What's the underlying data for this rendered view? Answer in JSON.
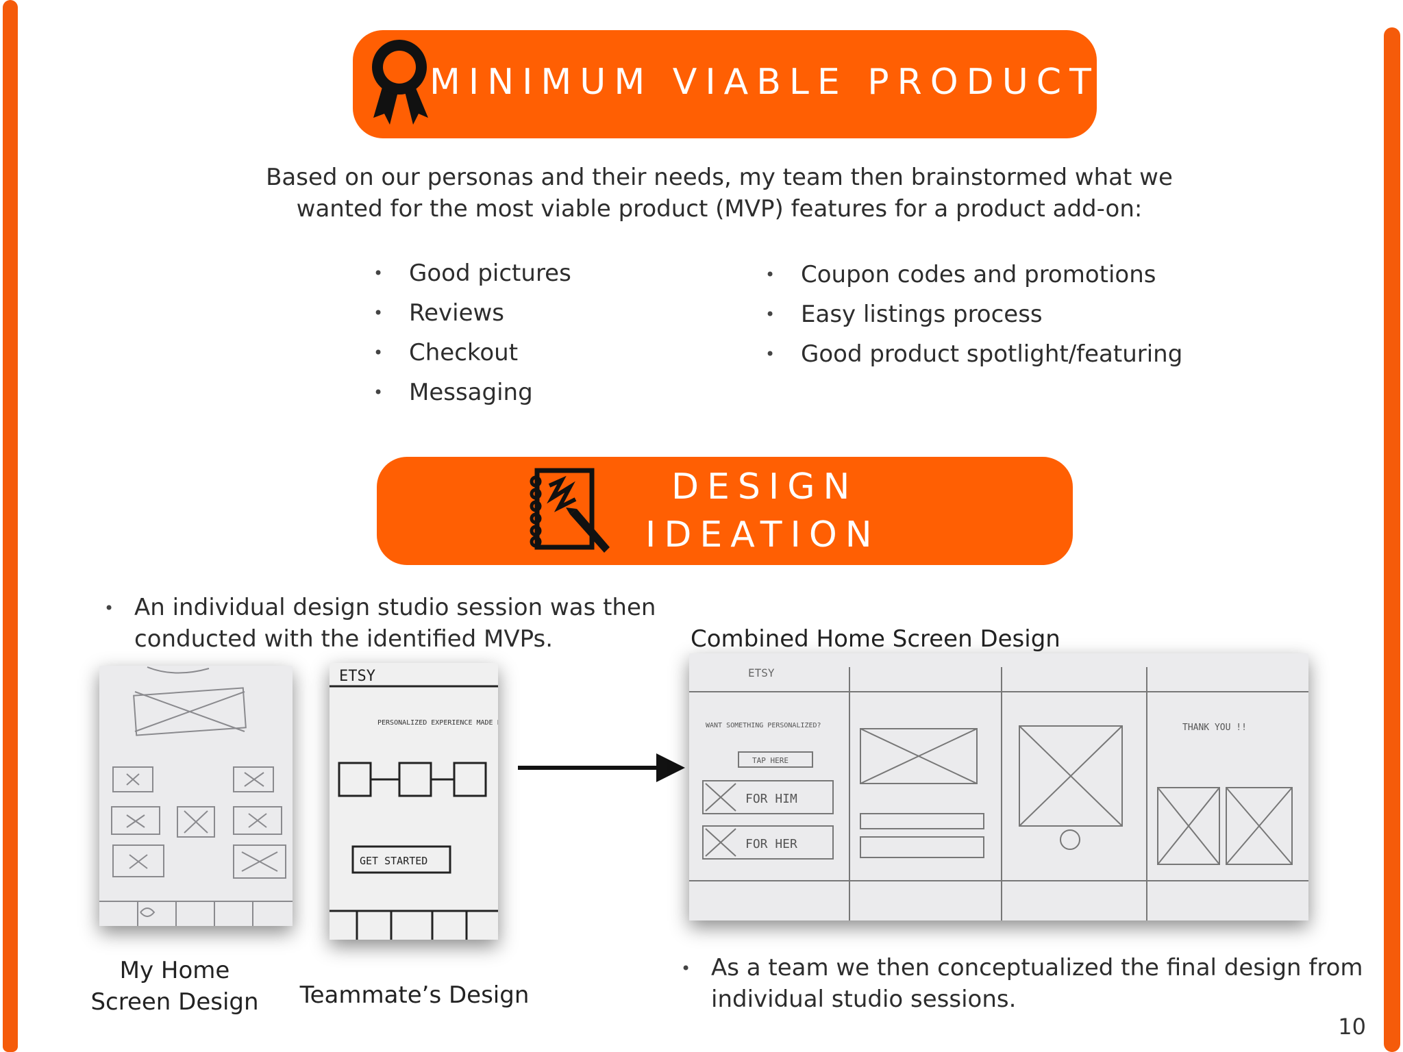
{
  "slide": {
    "page_number": "10",
    "accent_color": "#ff5f03"
  },
  "mvp": {
    "title": "MINIMUM VIABLE PRODUCT",
    "icon": "award-ribbon-icon",
    "intro": "Based on our personas and their needs, my team then brainstormed what we wanted for the most viable product (MVP) features for a product add-on:",
    "left_list": [
      "Good pictures",
      "Reviews",
      "Checkout",
      "Messaging"
    ],
    "right_list": [
      "Coupon codes and promotions",
      "Easy listings process",
      "Good product spotlight/featuring"
    ]
  },
  "ideation": {
    "title_line1": "DESIGN",
    "title_line2": "IDEATION",
    "icon": "sketchbook-pencil-icon",
    "note1": "An individual design studio session was then conducted with the identified MVPs.",
    "combined_label": "Combined Home Screen Design",
    "note2": "As a team we then conceptualized the final design from individual studio sessions.",
    "caption_mine": "My Home Screen Design",
    "caption_teammate": "Teammate’s Design"
  },
  "sketch_texts": {
    "teammate_logo": "ETSY",
    "teammate_headline": "PERSONALIZED EXPERIENCE MADE EASY",
    "teammate_button": "GET STARTED",
    "combined_logo": "ETSY",
    "for_him": "FOR HIM",
    "for_her": "FOR HER",
    "want_something": "WANT SOMETHING PERSONALIZED?",
    "tap_here": "TAP HERE",
    "thank_you": "THANK YOU !!"
  }
}
